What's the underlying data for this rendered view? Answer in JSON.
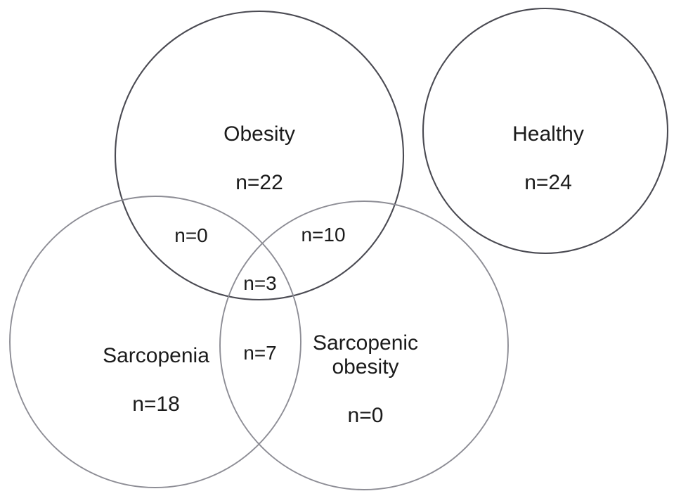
{
  "figure": {
    "type": "venn-diagram",
    "background_color": "#ffffff",
    "stroke_color": "#4a4a52",
    "text_color": "#1b1b1b"
  },
  "sets": {
    "obesity": {
      "name": "Obesity",
      "count_label": "n=22",
      "count": 22
    },
    "healthy": {
      "name": "Healthy",
      "count_label": "n=24",
      "count": 24
    },
    "sarcopenia": {
      "name": "Sarcopenia",
      "count_label": "n=18",
      "count": 18
    },
    "sarcopenic_obesity": {
      "name": "Sarcopenic\nobesity",
      "count_label": "n=0",
      "count": 0
    }
  },
  "regions": {
    "obesity_sarcopenia": {
      "label": "n=0",
      "count": 0
    },
    "obesity_sarcopenic_obesity": {
      "label": "n=10",
      "count": 10
    },
    "triple_intersection": {
      "label": "n=3",
      "count": 3
    },
    "sarcopenia_sarcopenic_obesity": {
      "label": "n=7",
      "count": 7
    }
  },
  "chart_data": {
    "type": "venn",
    "title": "",
    "sets": [
      "Obesity",
      "Sarcopenia",
      "Sarcopenic obesity",
      "Healthy"
    ],
    "exclusive_counts": {
      "Obesity": 22,
      "Sarcopenia": 18,
      "Sarcopenic obesity": 0,
      "Healthy": 24
    },
    "intersections": [
      {
        "sets": [
          "Obesity",
          "Sarcopenia"
        ],
        "label": "n=0",
        "value": 0
      },
      {
        "sets": [
          "Obesity",
          "Sarcopenic obesity"
        ],
        "label": "n=10",
        "value": 10
      },
      {
        "sets": [
          "Obesity",
          "Sarcopenia",
          "Sarcopenic obesity"
        ],
        "label": "n=3",
        "value": 3
      },
      {
        "sets": [
          "Sarcopenia",
          "Sarcopenic obesity"
        ],
        "label": "n=7",
        "value": 7
      }
    ],
    "notes": "Healthy circle is disjoint from the three overlapping circles"
  }
}
